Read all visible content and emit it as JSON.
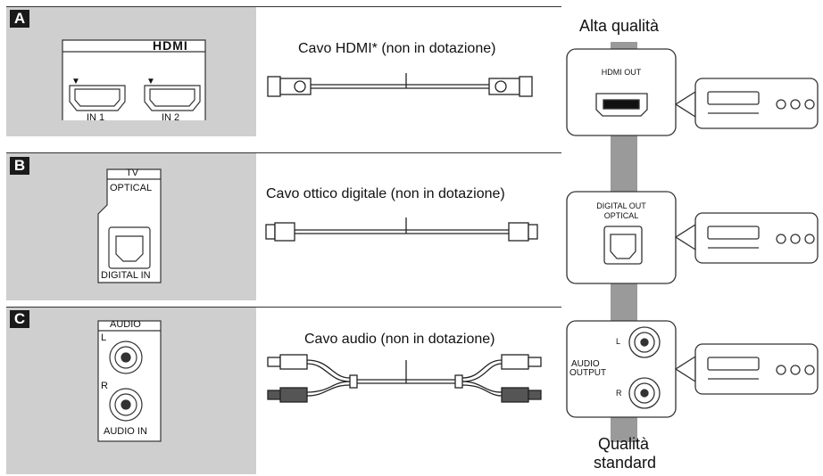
{
  "rows": {
    "a": {
      "letter": "A",
      "tv_panel": {
        "hdmi_logo": "HDMI",
        "port1_label": "IN 1",
        "port2_label": "IN 2",
        "marker": "▼"
      },
      "cable_caption": "Cavo HDMI* (non in dotazione)",
      "device_panel": {
        "port_label": "HDMI OUT"
      }
    },
    "b": {
      "letter": "B",
      "tv_panel": {
        "top_label": "TV",
        "sub_label": "OPTICAL",
        "bottom_label": "DIGITAL IN"
      },
      "cable_caption": "Cavo ottico digitale (non in dotazione)",
      "device_panel": {
        "port_label_line1": "DIGITAL OUT",
        "port_label_line2": "OPTICAL"
      }
    },
    "c": {
      "letter": "C",
      "tv_panel": {
        "top_label": "AUDIO",
        "left_label": "L",
        "right_label": "R",
        "bottom_label": "AUDIO IN"
      },
      "cable_caption": "Cavo audio (non in dotazione)",
      "device_panel": {
        "label_line1": "AUDIO",
        "label_line2": "OUTPUT",
        "left_label": "L",
        "right_label": "R"
      }
    }
  },
  "quality_scale": {
    "top_label": "Alta qualità",
    "bottom_label_line1": "Qualità",
    "bottom_label_line2": "standard"
  },
  "colors": {
    "panel_gray": "#cfcfcf",
    "scale_gray": "#9a9a9a",
    "line": "#333333"
  }
}
